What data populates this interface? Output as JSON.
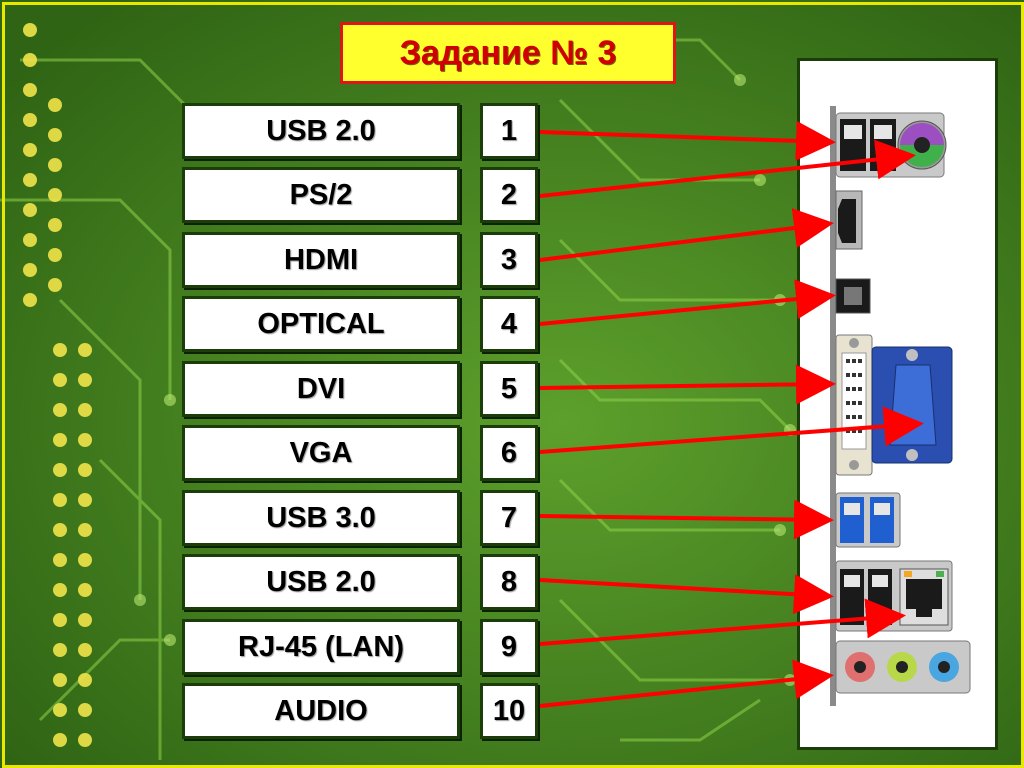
{
  "title": "Задание № 3",
  "rows": [
    {
      "label": "USB 2.0",
      "num": "1"
    },
    {
      "label": "PS/2",
      "num": "2"
    },
    {
      "label": "HDMI",
      "num": "3"
    },
    {
      "label": "OPTICAL",
      "num": "4"
    },
    {
      "label": "DVI",
      "num": "5"
    },
    {
      "label": "VGA",
      "num": "6"
    },
    {
      "label": "USB 3.0",
      "num": "7"
    },
    {
      "label": "USB 2.0",
      "num": "8"
    },
    {
      "label": "RJ-45 (LAN)",
      "num": "9"
    },
    {
      "label": "AUDIO",
      "num": "10"
    }
  ],
  "colors": {
    "background": "#3f7d1e",
    "trace": "#8fd24a",
    "frame": "#e8e800",
    "title_bg": "#ffff2e",
    "title_text": "#d00000",
    "arrow": "#ff0000"
  },
  "icons": [
    "usb-port-icon",
    "ps2-port-icon",
    "hdmi-port-icon",
    "optical-port-icon",
    "dvi-port-icon",
    "vga-port-icon",
    "usb3-port-icon",
    "rj45-port-icon",
    "audio-jack-icon"
  ]
}
